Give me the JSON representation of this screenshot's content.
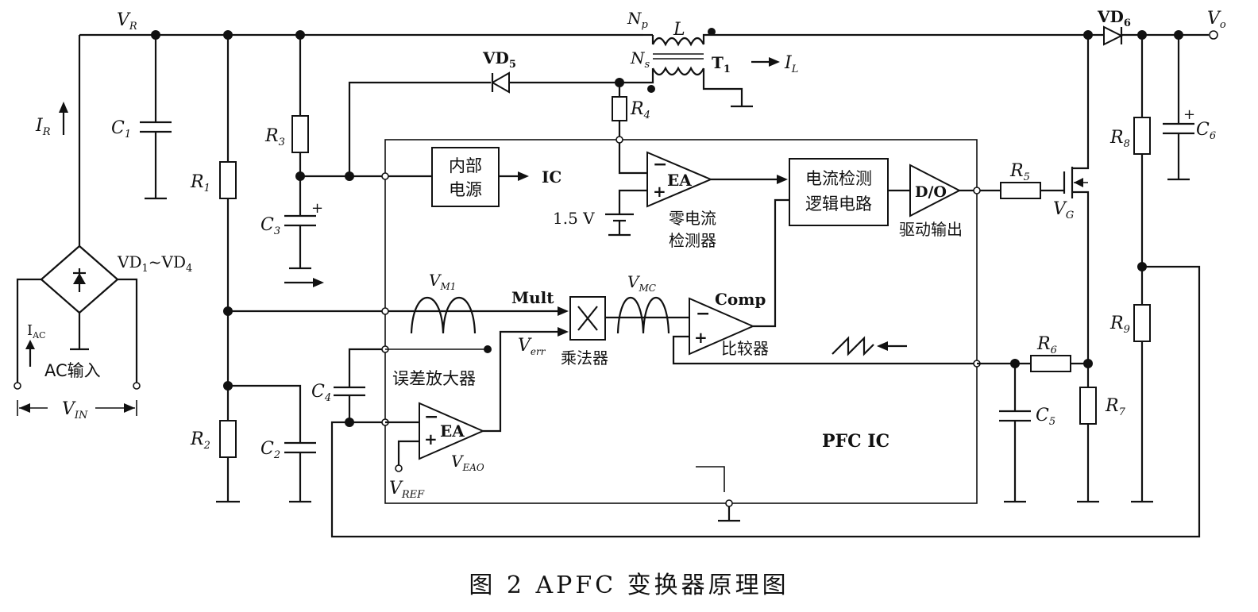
{
  "caption": "图 2   APFC 变换器原理图",
  "labels": {
    "vr": "V",
    "vr_sub": "R",
    "ir": "I",
    "ir_sub": "R",
    "np": "N",
    "np_sub": "p",
    "ns": "N",
    "ns_sub": "s",
    "l": "L",
    "t1": "T",
    "t1_sub": "1",
    "il": "I",
    "il_sub": "L",
    "vd5": "VD",
    "vd5_sub": "5",
    "vd6": "VD",
    "vd6_sub": "6",
    "vo": "V",
    "vo_sub": "o",
    "c1": "C",
    "c1_sub": "1",
    "c2": "C",
    "c2_sub": "2",
    "c3": "C",
    "c3_sub": "3",
    "c4": "C",
    "c4_sub": "4",
    "c5": "C",
    "c5_sub": "5",
    "c6": "C",
    "c6_sub": "6",
    "r1": "R",
    "r1_sub": "1",
    "r2": "R",
    "r2_sub": "2",
    "r3": "R",
    "r3_sub": "3",
    "r4": "R",
    "r4_sub": "4",
    "r5": "R",
    "r5_sub": "5",
    "r6": "R",
    "r6_sub": "6",
    "r7": "R",
    "r7_sub": "7",
    "r8": "R",
    "r8_sub": "8",
    "r9": "R",
    "r9_sub": "9",
    "bridge": "VD",
    "bridge_sub1": "1",
    "bridge_tilde": "~VD",
    "bridge_sub2": "4",
    "iac": "I",
    "iac_sub": "AC",
    "ac_input": "AC输入",
    "vin": "V",
    "vin_sub": "IN",
    "internal_power_1": "内部",
    "internal_power_2": "电源",
    "ic_out": "IC",
    "ea": "EA",
    "ea2": "EA",
    "v15": "1.5 V",
    "zero_current_1": "零电流",
    "zero_current_2": "检测器",
    "current_logic_1": "电流检测",
    "current_logic_2": "逻辑电路",
    "do": "D/O",
    "drive_out": "驱动输出",
    "vg": "V",
    "vg_sub": "G",
    "vm1": "V",
    "vm1_sub": "M1",
    "vmc": "V",
    "vmc_sub": "MC",
    "mult": "Mult",
    "comp": "Comp",
    "comparator": "比较器",
    "multiplier": "乘法器",
    "verr": "V",
    "verr_sub": "err",
    "error_amp": "误差放大器",
    "veao": "V",
    "veao_sub": "EAO",
    "vref": "V",
    "vref_sub": "REF",
    "pfc_ic": "PFC  IC",
    "minus": "−",
    "plus": "+",
    "cap_plus": "+"
  }
}
